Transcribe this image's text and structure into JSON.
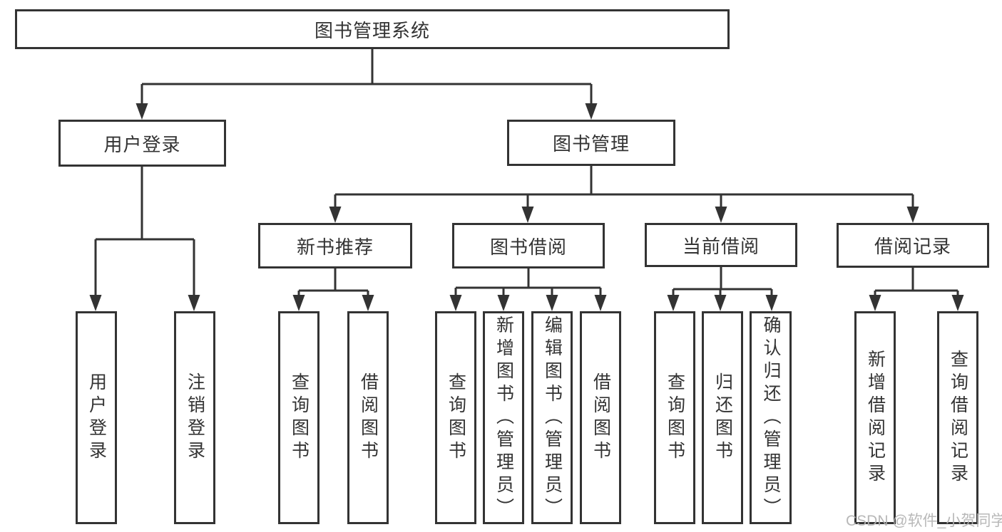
{
  "colors": {
    "line": "#333333",
    "background": "#ffffff",
    "watermark": "#b2b2b2"
  },
  "watermark": "CSDN @软件_小贺同学",
  "tree": {
    "root": "图书管理系统",
    "branches": [
      {
        "label": "用户登录",
        "children": [
          "用户登录",
          "注销登录"
        ]
      },
      {
        "label": "图书管理",
        "groups": [
          {
            "label": "新书推荐",
            "children": [
              "查询图书",
              "借阅图书"
            ]
          },
          {
            "label": "图书借阅",
            "children": [
              "查询图书",
              "新增图书（管理员）",
              "编辑图书（管理员）",
              "借阅图书"
            ]
          },
          {
            "label": "当前借阅",
            "children": [
              "查询图书",
              "归还图书",
              "确认归还（管理员）"
            ]
          },
          {
            "label": "借阅记录",
            "children": [
              "新增借阅记录",
              "查询借阅记录"
            ]
          }
        ]
      }
    ]
  }
}
